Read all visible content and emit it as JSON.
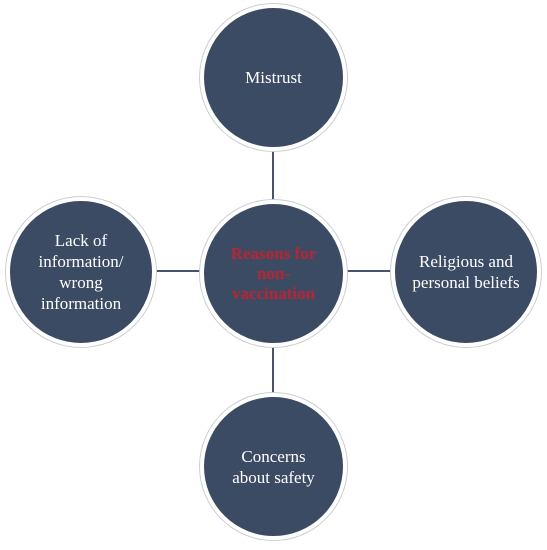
{
  "diagram": {
    "center": {
      "label": "Reasons for non-vaccination"
    },
    "nodes": [
      {
        "id": "top",
        "label": "Mistrust"
      },
      {
        "id": "left",
        "label": "Lack of information/ wrong information"
      },
      {
        "id": "right",
        "label": "Religious and personal beliefs"
      },
      {
        "id": "bottom",
        "label": "Concerns about safety"
      }
    ],
    "colors": {
      "node_fill": "#3c4b64",
      "node_text": "#ffffff",
      "center_text": "#a82b3b",
      "connector": "#46556d"
    }
  }
}
